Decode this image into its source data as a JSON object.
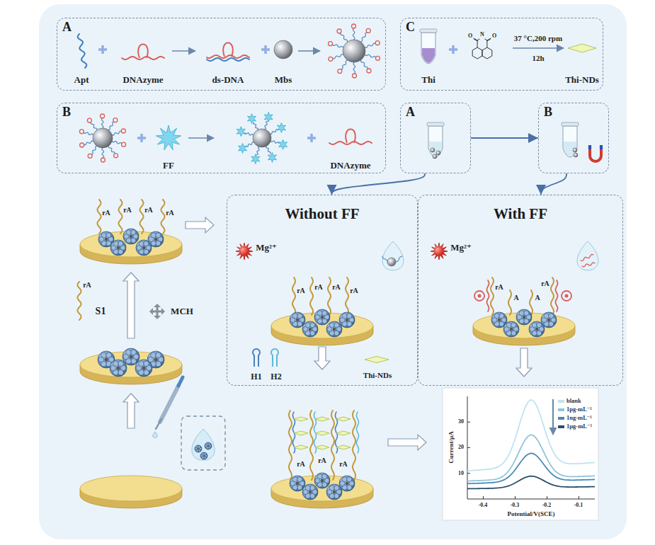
{
  "diagram": {
    "nodes": [
      {
        "text": [
          "A"
        ]
      },
      {
        "text": [
          "C"
        ]
      },
      {
        "text": [
          "B"
        ]
      },
      {
        "text": [
          "A"
        ]
      },
      {
        "text": [
          "B"
        ]
      },
      {
        "text": [
          "Without FF"
        ]
      },
      {
        "text": [
          "With FF"
        ]
      }
    ],
    "edges": [
      {
        "from": 3,
        "to": 4,
        "arrow": "to"
      },
      {
        "from": 3,
        "to": 5,
        "arrow": "to"
      },
      {
        "from": 4,
        "to": 6,
        "arrow": "to"
      }
    ],
    "labels": [
      "Apt",
      "DNAzyme",
      "ds-DNA",
      "Mbs",
      "Thi",
      "37 °C,200 rpm",
      "12h",
      "Thi-NDs",
      "FF",
      "DNAzyme",
      "rA",
      "rA",
      "rA",
      "rA",
      "rA",
      "S1",
      "MCH",
      "Mg²⁺",
      "rA",
      "rA",
      "rA",
      "rA",
      "H1",
      "H2",
      "Thi-NDs",
      "rA",
      "rA",
      "rA",
      "Mg²⁺",
      "rA",
      "A",
      "A",
      "rA",
      "Current/μA",
      "Potential/V(SCE)",
      "30",
      "20",
      "10",
      "-0.4",
      "-0.3",
      "-0.2",
      "-0.1",
      "O",
      "N",
      "O"
    ],
    "legend": [
      {
        "text": "blank",
        "color": "#bfe3f0"
      },
      {
        "text": "1pg·mL⁻¹",
        "color": "#8fc3de"
      },
      {
        "text": "1ng·mL⁻¹",
        "color": "#4a8ab5"
      },
      {
        "text": "1μg·mL⁻¹",
        "color": "#27506f"
      }
    ]
  }
}
